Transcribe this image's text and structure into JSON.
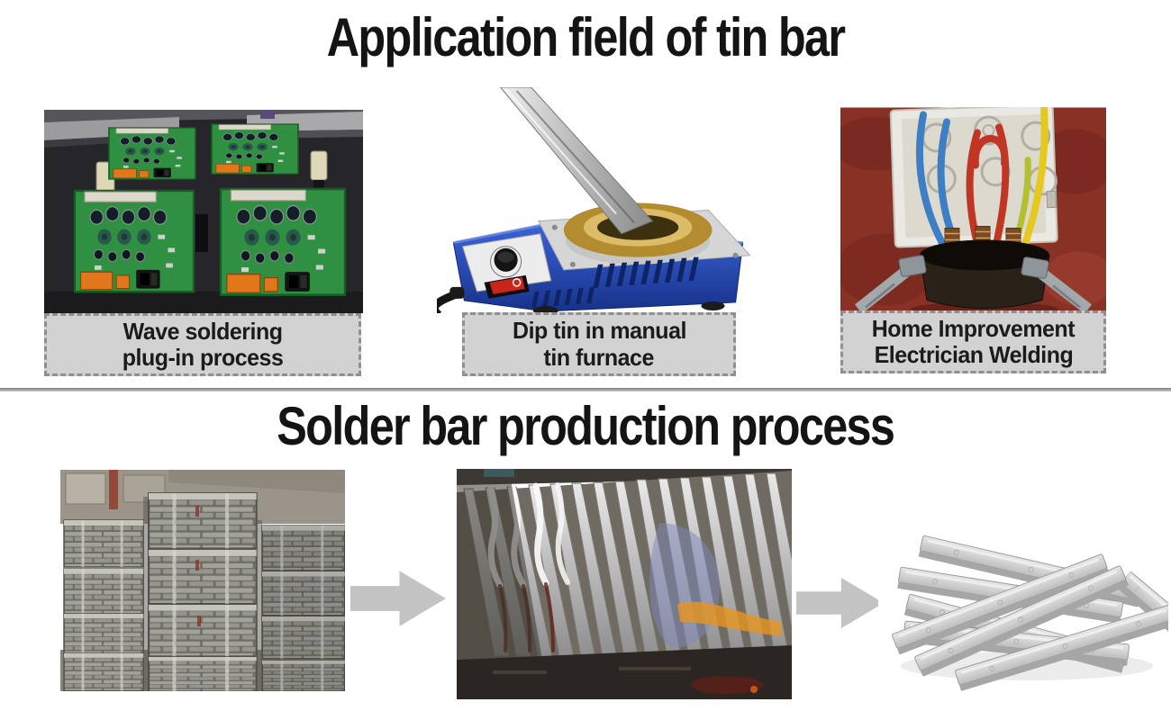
{
  "page": {
    "background": "#ffffff"
  },
  "colors": {
    "title_text": "#141414",
    "caption_background": "#d2d2d2",
    "caption_border": "#8f8f8f",
    "caption_text": "#1b1b1b",
    "divider": "#9a9a9a",
    "arrow": "#c3c3c3"
  },
  "application_section": {
    "title": "Application field of tin bar",
    "items": [
      {
        "image_name": "wave-soldering-machine-photo",
        "caption_lines": [
          "Wave soldering",
          "plug-in process"
        ]
      },
      {
        "image_name": "manual-tin-furnace-photo",
        "caption_lines": [
          "Dip tin in manual",
          "tin furnace"
        ]
      },
      {
        "image_name": "electrician-welding-photo",
        "caption_lines": [
          "Home Improvement",
          "Electrician Welding"
        ]
      }
    ]
  },
  "production_section": {
    "title": "Solder bar production process",
    "steps": [
      {
        "image_name": "tin-ingot-stacks-photo"
      },
      {
        "image_name": "solder-bar-molds-photo"
      },
      {
        "image_name": "finished-solder-bars-photo"
      }
    ]
  }
}
